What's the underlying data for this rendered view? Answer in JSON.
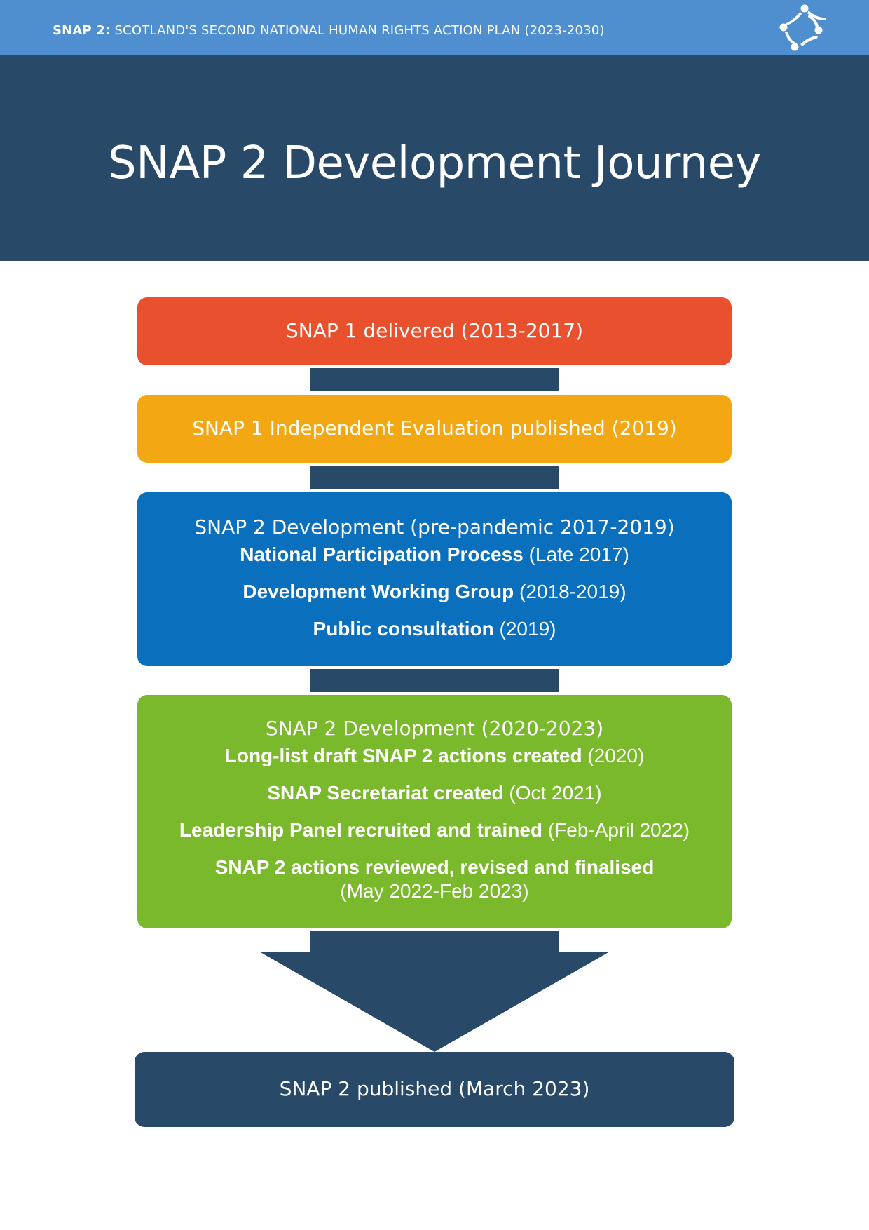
{
  "header": {
    "prefix": "SNAP 2:",
    "text": "SCOTLAND'S SECOND NATIONAL HUMAN RIGHTS ACTION PLAN (2023-2030)",
    "logo_icon": "snap-people-circle-logo"
  },
  "page_title": "SNAP 2 Development Journey",
  "colors": {
    "header_bar": "#4f8fcf",
    "navy": "#284a68",
    "red": "#e8502e",
    "amber": "#f3a712",
    "blue": "#0a6fbc",
    "green": "#7ab92b"
  },
  "steps": [
    {
      "title_bold": "SNAP 1 delivered",
      "title_plain": "(2013-2017)",
      "items": []
    },
    {
      "title_bold": "SNAP 1 Independent Evaluation published",
      "title_plain": "(2019)",
      "items": []
    },
    {
      "title_bold": "SNAP 2 Development",
      "title_plain": "(pre-pandemic 2017-2019)",
      "items": [
        {
          "bold": "National Participation Process",
          "plain": "(Late 2017)"
        },
        {
          "bold": "Development Working Group",
          "plain": "(2018-2019)"
        },
        {
          "bold": "Public consultation",
          "plain": "(2019)"
        }
      ]
    },
    {
      "title_bold": "SNAP 2 Development",
      "title_plain": "(2020-2023)",
      "items": [
        {
          "bold": "Long-list draft SNAP 2 actions created",
          "plain": "(2020)"
        },
        {
          "bold": "SNAP Secretariat created",
          "plain": "(Oct 2021)"
        },
        {
          "bold": "Leadership Panel recruited and trained",
          "plain": "(Feb-April 2022)"
        },
        {
          "bold": "SNAP 2 actions reviewed, revised and finalised",
          "plain": "(May 2022-Feb 2023)"
        }
      ]
    },
    {
      "title_bold": "SNAP 2 published",
      "title_plain": "(March 2023)",
      "items": []
    }
  ]
}
